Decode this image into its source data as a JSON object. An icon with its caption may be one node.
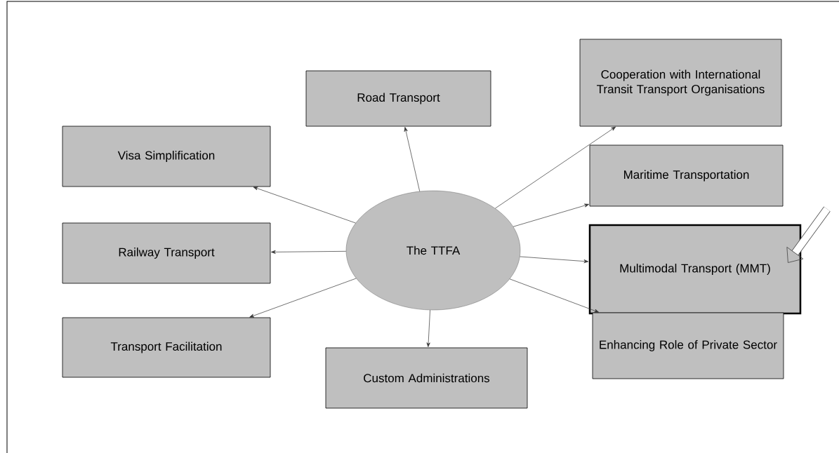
{
  "diagram": {
    "nodes": [
      {
        "text": [
          "The TTFA"
        ]
      },
      {
        "text": [
          "Road Transport"
        ]
      },
      {
        "text": [
          "Cooperation with International Transit Transport Organisations"
        ]
      },
      {
        "text": [
          "Visa Simplification"
        ]
      },
      {
        "text": [
          "Maritime Transportation"
        ]
      },
      {
        "text": [
          "Railway Transport"
        ]
      },
      {
        "text": [
          "Multimodal Transport (MMT)"
        ]
      },
      {
        "text": [
          "Transport Facilitation"
        ]
      },
      {
        "text": [
          "Enhancing Role of Private Sector"
        ]
      },
      {
        "text": [
          "Custom Administrations"
        ]
      }
    ],
    "edges": [
      {
        "from": 0,
        "to": 1,
        "arrow": "to"
      },
      {
        "from": 0,
        "to": 2,
        "arrow": "to"
      },
      {
        "from": 0,
        "to": 3,
        "arrow": "to"
      },
      {
        "from": 0,
        "to": 4,
        "arrow": "to"
      },
      {
        "from": 0,
        "to": 5,
        "arrow": "to"
      },
      {
        "from": 0,
        "to": 6,
        "arrow": "to"
      },
      {
        "from": 0,
        "to": 7,
        "arrow": "to"
      },
      {
        "from": 0,
        "to": 8,
        "arrow": "to"
      },
      {
        "from": 0,
        "to": 9,
        "arrow": "to"
      },
      {
        "from": null,
        "to": 6,
        "arrow": "to",
        "style": "thick"
      }
    ]
  }
}
